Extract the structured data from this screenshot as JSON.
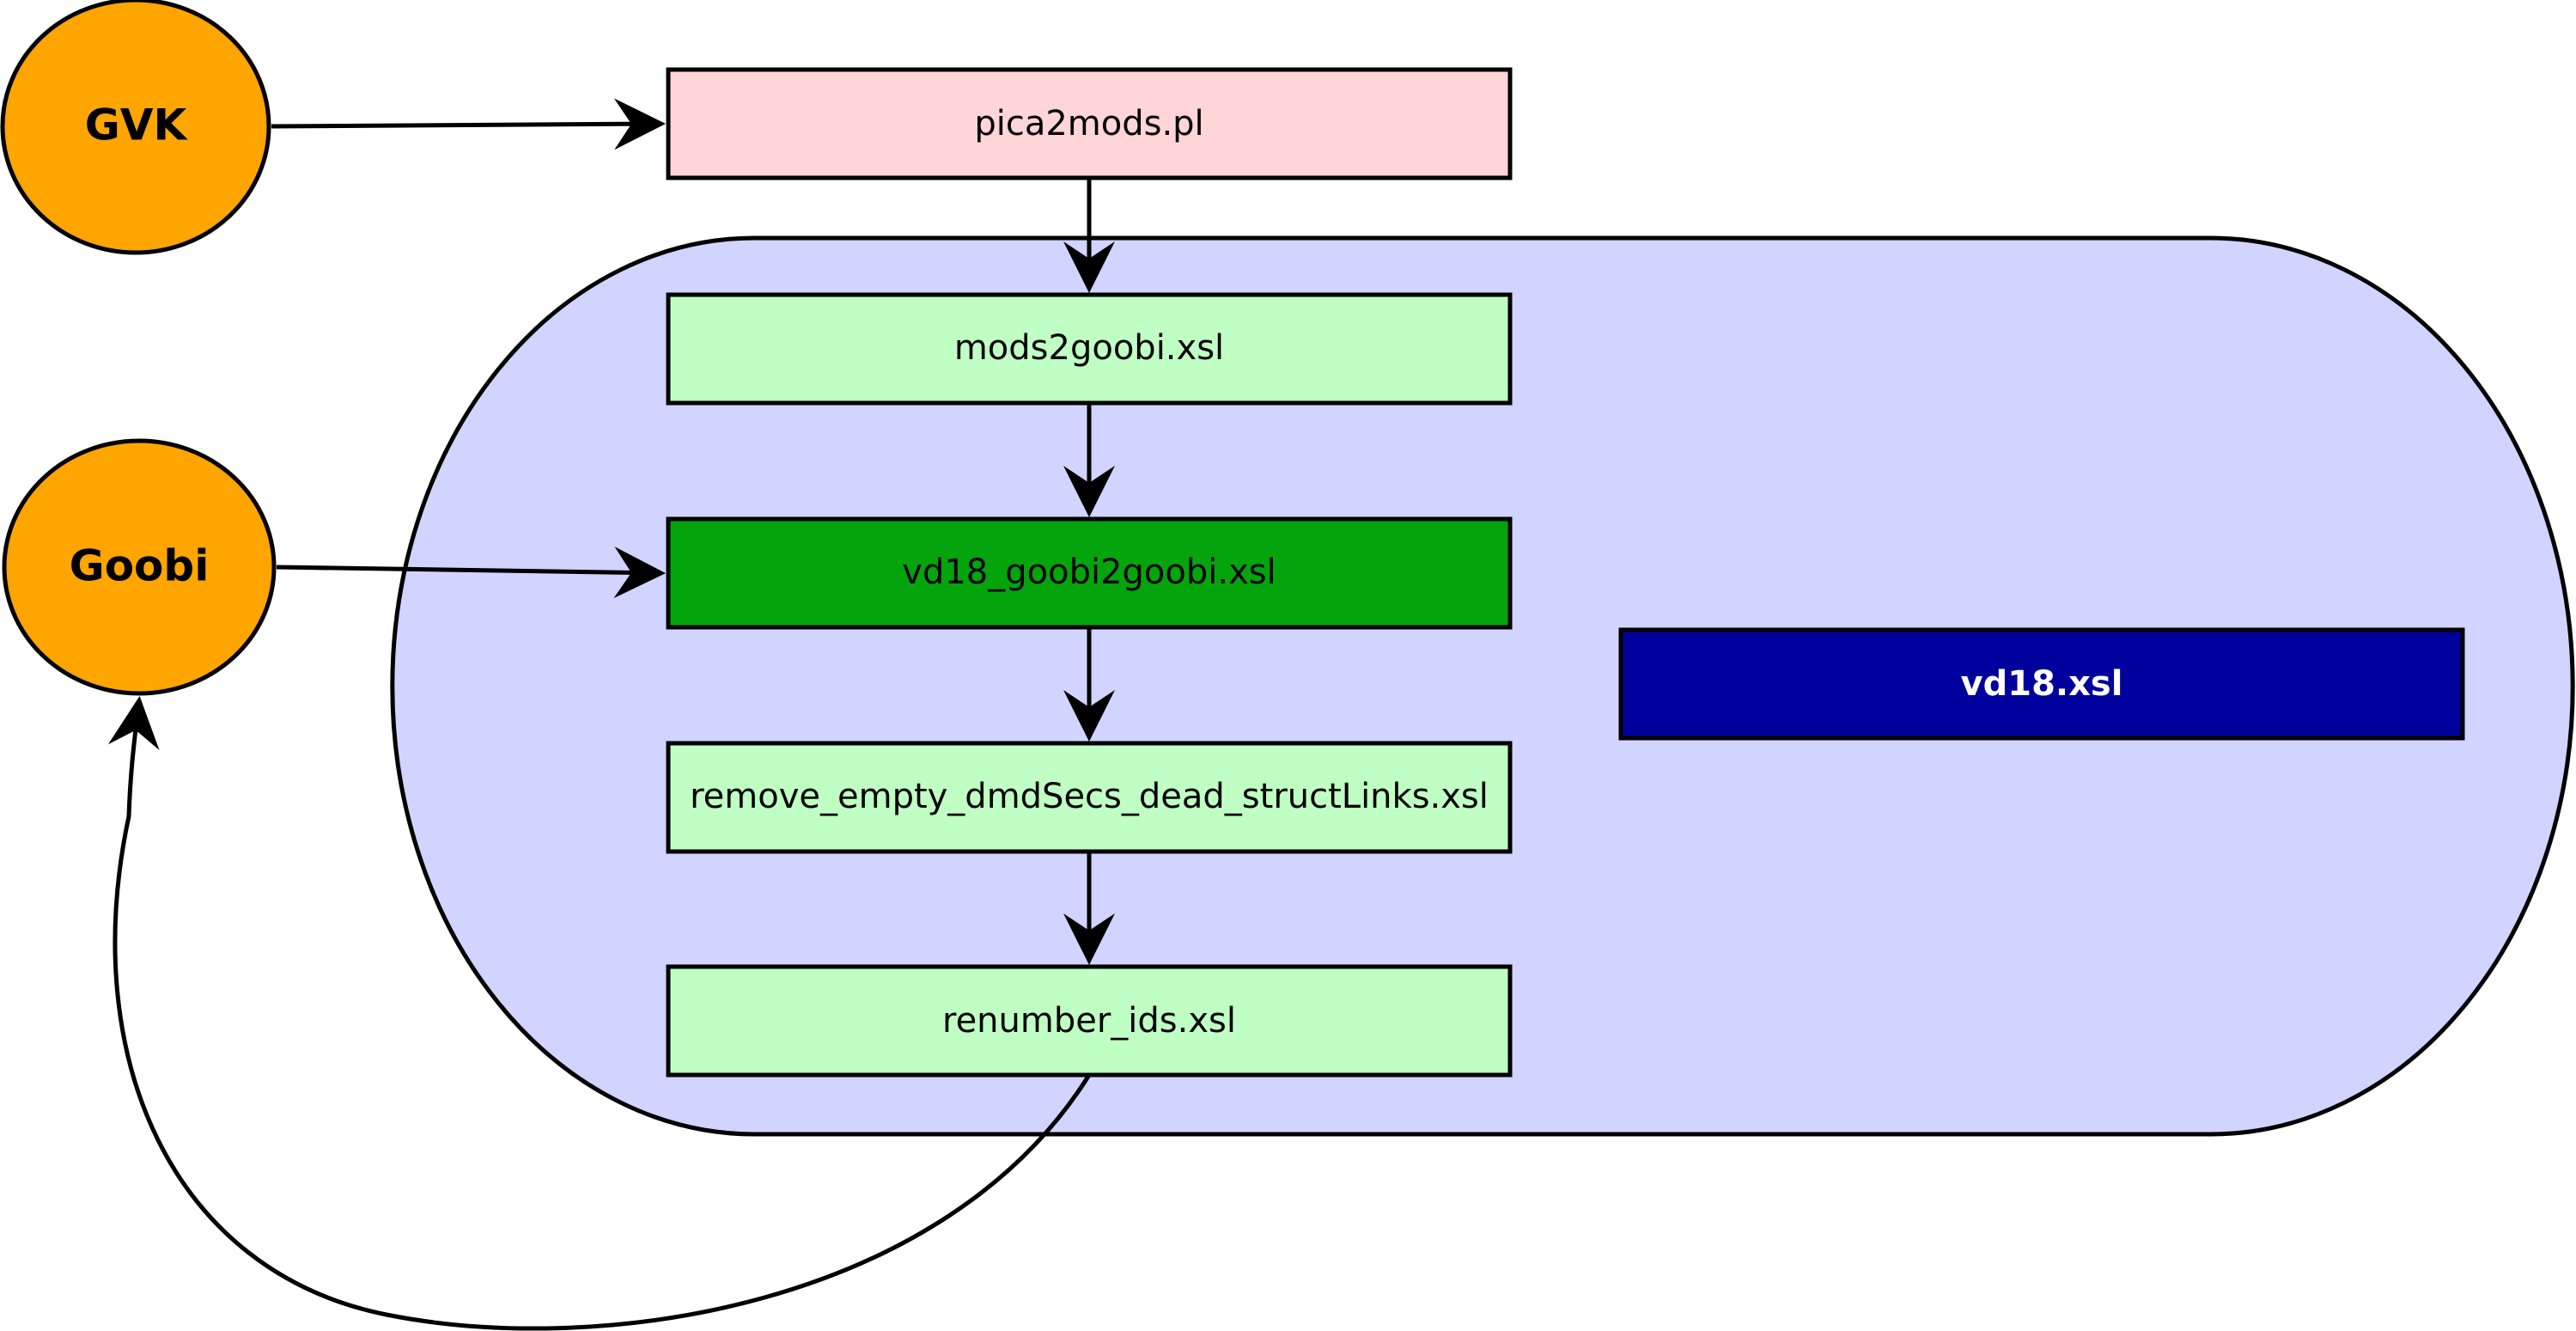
{
  "sources": {
    "gvk": {
      "label": "GVK",
      "color": "#ffa500"
    },
    "goobi": {
      "label": "Goobi",
      "color": "#ffa500"
    }
  },
  "group": {
    "color": "#d0d4ff"
  },
  "steps": {
    "pica2mods": {
      "label": "pica2mods.pl",
      "color": "#ffd5d8"
    },
    "mods2goobi": {
      "label": "mods2goobi.xsl",
      "color": "#c0ffc4"
    },
    "vd18_goobi2goobi": {
      "label": "vd18_goobi2goobi.xsl",
      "color": "#04a40c"
    },
    "remove_empty": {
      "label": "remove_empty_dmdSecs_dead_structLinks.xsl",
      "color": "#c0ffc4"
    },
    "renumber_ids": {
      "label": "renumber_ids.xsl",
      "color": "#c0ffc4"
    }
  },
  "bundle": {
    "label": "vd18.xsl",
    "color": "#00009c",
    "text_color": "#ffffff"
  }
}
